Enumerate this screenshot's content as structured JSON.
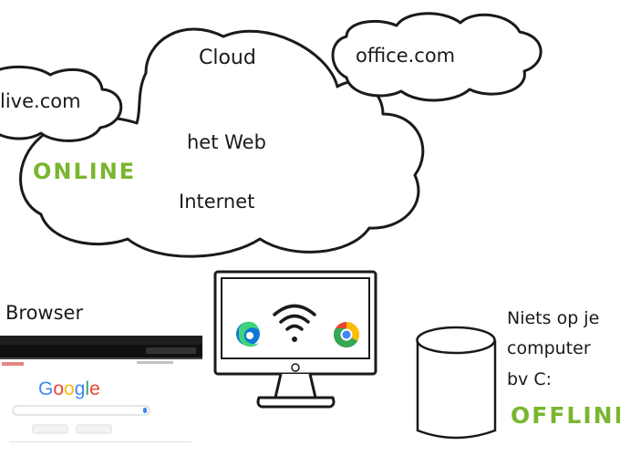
{
  "cloud": {
    "cloud_label": "Cloud",
    "office_label": "office.com",
    "live_label": "live.com",
    "web_label": "het Web",
    "online_label": "ONLINE",
    "internet_label": "Internet"
  },
  "browser": {
    "label": "Browser",
    "search_logo": "Google",
    "search_letters": [
      "G",
      "o",
      "o",
      "g",
      "l",
      "e"
    ]
  },
  "monitor": {
    "icons": [
      "edge-icon",
      "wifi-icon",
      "chrome-icon"
    ]
  },
  "storage": {
    "line1": "Niets op je",
    "line2": "computer",
    "line3": "bv C:",
    "offline_label": "OFFLINE"
  },
  "colors": {
    "accent_green": "#79b62e",
    "ink": "#1a1a1a",
    "google_blue": "#4285f4",
    "google_red": "#ea4335",
    "google_yellow": "#fbbc05",
    "google_green": "#34a853"
  }
}
